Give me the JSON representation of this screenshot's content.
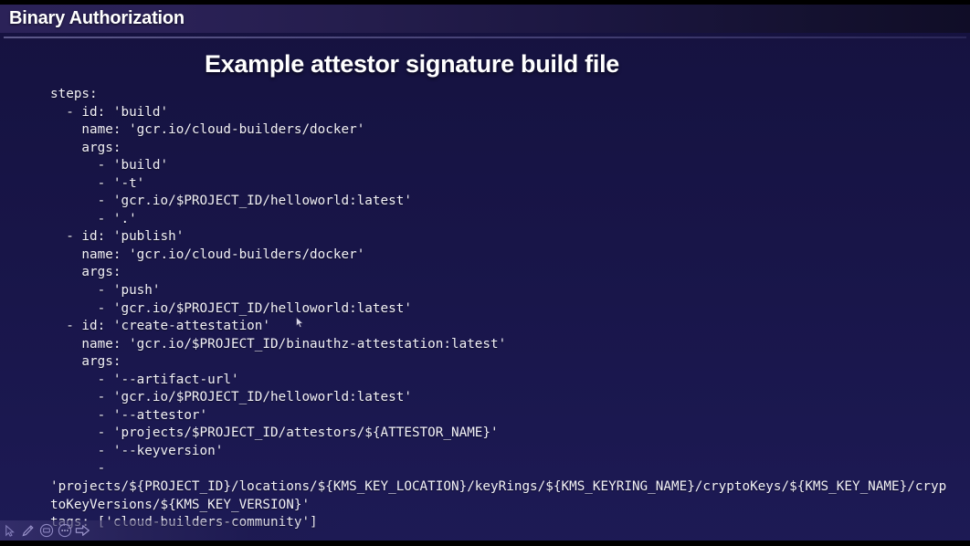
{
  "header": {
    "title": "Binary Authorization"
  },
  "slide": {
    "title": "Example attestor signature build file",
    "code_lines": [
      "steps:",
      "  - id: 'build'",
      "    name: 'gcr.io/cloud-builders/docker'",
      "    args:",
      "      - 'build'",
      "      - '-t'",
      "      - 'gcr.io/$PROJECT_ID/helloworld:latest'",
      "      - '.'",
      "  - id: 'publish'",
      "    name: 'gcr.io/cloud-builders/docker'",
      "    args:",
      "      - 'push'",
      "      - 'gcr.io/$PROJECT_ID/helloworld:latest'",
      "  - id: 'create-attestation'",
      "    name: 'gcr.io/$PROJECT_ID/binauthz-attestation:latest'",
      "    args:",
      "      - '--artifact-url'",
      "      - 'gcr.io/$PROJECT_ID/helloworld:latest'",
      "      - '--attestor'",
      "      - 'projects/$PROJECT_ID/attestors/${ATTESTOR_NAME}'",
      "      - '--keyversion'",
      "      - "
    ],
    "code_wrapped_line": "'projects/${PROJECT_ID}/locations/${KMS_KEY_LOCATION}/keyRings/${KMS_KEYRING_NAME}/cryptoKeys/${KMS_KEY_NAME}/cryptoKeyVersions/${KMS_KEY_VERSION}'",
    "code_tail_line": "tags: ['cloud-builders-community']"
  },
  "toolbar": {
    "items": [
      {
        "icon": "pointer-icon",
        "label": "Pointer"
      },
      {
        "icon": "pen-icon",
        "label": "Pen"
      },
      {
        "icon": "highlighter-icon",
        "label": "Highlighter"
      },
      {
        "icon": "more-options-icon",
        "label": "More options"
      },
      {
        "icon": "next-slide-arrow-icon",
        "label": "Next slide"
      }
    ]
  },
  "colors": {
    "background_top": "#15123f",
    "background_bottom": "#1d1a55",
    "header_accent": "#2b2258",
    "text": "#f2f1f7"
  }
}
